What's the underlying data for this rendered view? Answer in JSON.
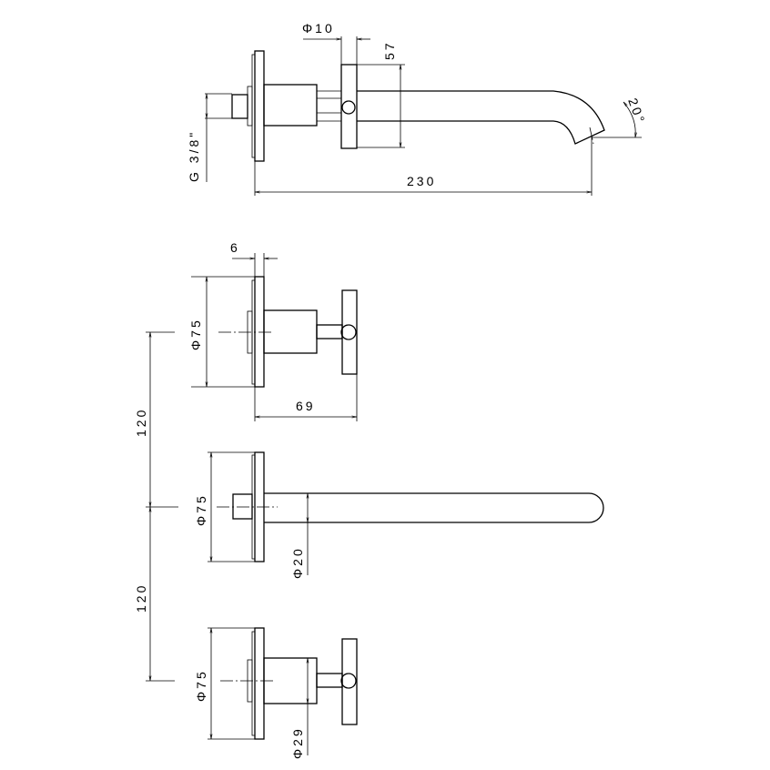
{
  "dimensions": {
    "top": {
      "pipe_diameter": "Φ10",
      "handle_height": "57",
      "thread": "G 3/8\"",
      "length": "230",
      "angle": "20°"
    },
    "handle_upper": {
      "flange_thickness": "6",
      "flange_diameter": "Φ75",
      "projection": "69"
    },
    "spacing": {
      "upper": "120",
      "lower": "120"
    },
    "spout_front": {
      "flange_diameter": "Φ75",
      "spout_diameter": "Φ20"
    },
    "handle_lower": {
      "flange_diameter": "Φ75",
      "body_diameter": "Φ29"
    }
  }
}
